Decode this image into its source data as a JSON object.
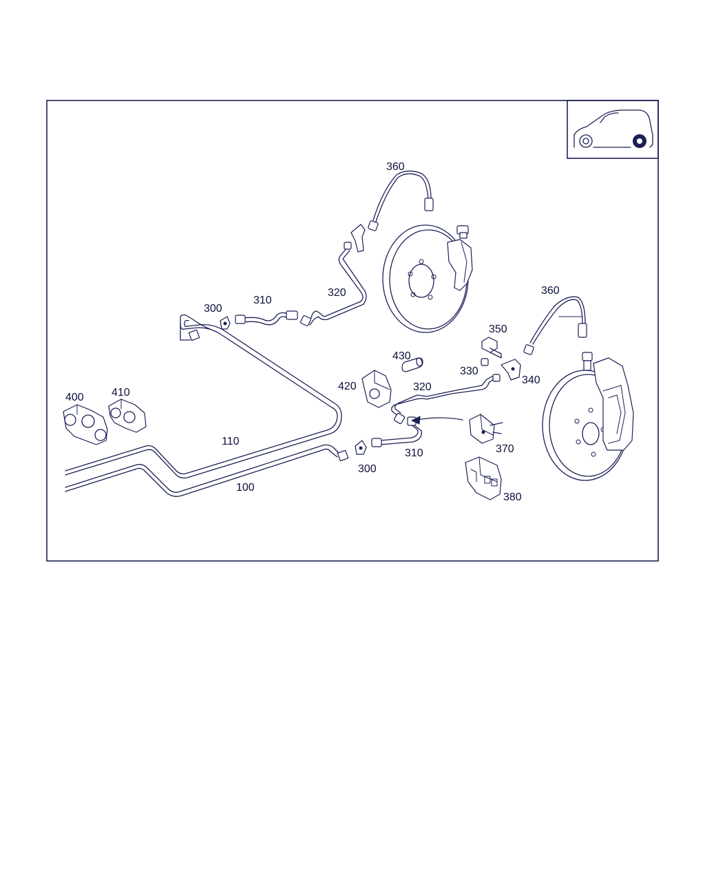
{
  "labels": {
    "l360a": "360",
    "l360b": "360",
    "l300a": "300",
    "l300b": "300",
    "l310a": "310",
    "l310b": "310",
    "l320a": "320",
    "l320b": "320",
    "l350": "350",
    "l330": "330",
    "l340": "340",
    "l430": "430",
    "l420": "420",
    "l400": "400",
    "l410": "410",
    "l110": "110",
    "l100": "100",
    "l370": "370",
    "l380": "380"
  },
  "colors": {
    "ink": "#1a1f55",
    "background": "#ffffff"
  },
  "icons": {
    "vehicle": "car-side-icon"
  }
}
